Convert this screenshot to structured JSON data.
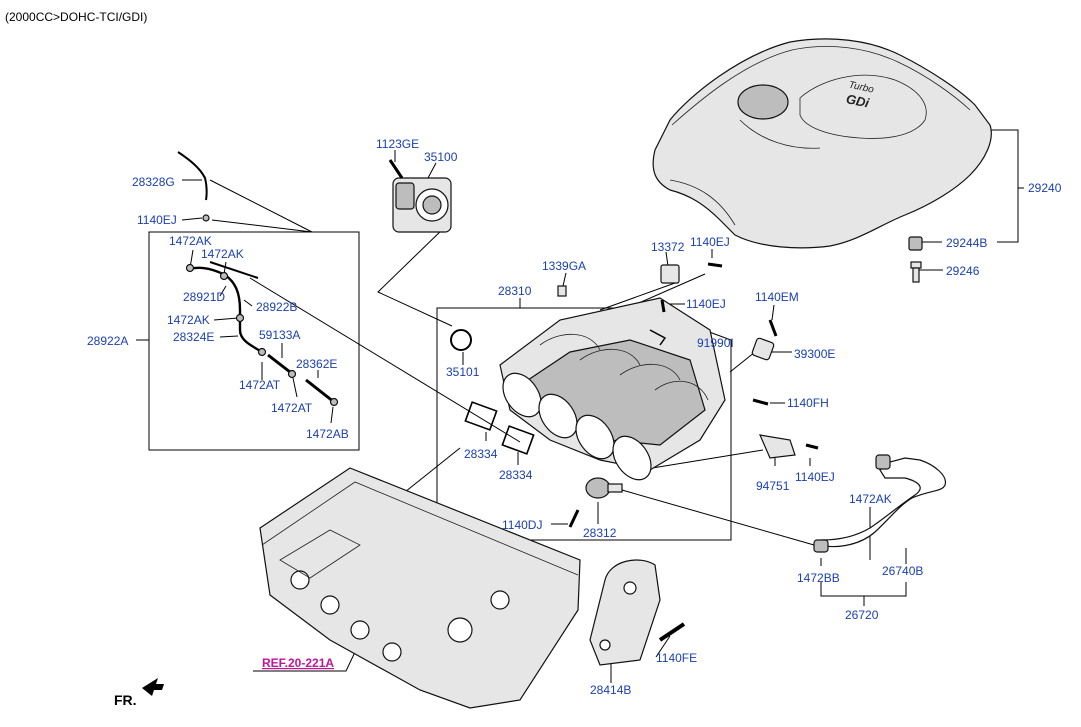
{
  "header": {
    "engine_spec": "(2000CC>DOHC-TCI/GDI)"
  },
  "parts": {
    "p28328G": "28328G",
    "p1140EJ_a": "1140EJ",
    "p1472AK_a": "1472AK",
    "p1472AK_b": "1472AK",
    "p28921D": "28921D",
    "p28922B": "28922B",
    "p1472AK_c": "1472AK",
    "p28324E": "28324E",
    "p59133A": "59133A",
    "p28922A": "28922A",
    "p1472AT_a": "1472AT",
    "p28362E": "28362E",
    "p1472AT_b": "1472AT",
    "p1472AB": "1472AB",
    "p1123GE": "1123GE",
    "p35100": "35100",
    "p1339GA": "1339GA",
    "p28310": "28310",
    "p13372": "13372",
    "p1140EJ_b": "1140EJ",
    "p1140EJ_c": "1140EJ",
    "p1140EM": "1140EM",
    "p35101": "35101",
    "p91990I": "91990I",
    "p39300E": "39300E",
    "p1140FH": "1140FH",
    "p28334_a": "28334",
    "p28334_b": "28334",
    "p94751": "94751",
    "p1140EJ_d": "1140EJ",
    "p1140DJ": "1140DJ",
    "p28312": "28312",
    "p1472AK_d": "1472AK",
    "p29240": "29240",
    "p29244B": "29244B",
    "p29246": "29246",
    "p1472BB": "1472BB",
    "p26740B": "26740B",
    "p26720": "26720",
    "p1140FE": "1140FE",
    "p28414B": "28414B"
  },
  "reference": {
    "label": "REF.20-221A"
  },
  "front_marker": {
    "label": "FR."
  },
  "cover_logo": {
    "line1": "Turbo",
    "line2": "GDi"
  },
  "colors": {
    "part_label": "#1a3fb0",
    "reference_label": "#c0149a",
    "line": "#000000"
  }
}
